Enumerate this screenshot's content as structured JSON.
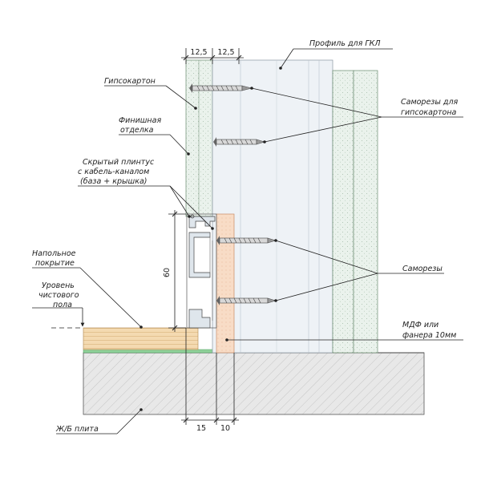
{
  "labels": {
    "profile_gkl": "Профиль для ГКЛ",
    "drywall": "Гипсокартон",
    "finish_1": "Финишная",
    "finish_2": "отделка",
    "hidden_1": "Скрытый плинтус",
    "hidden_2": "с кабель-каналом",
    "hidden_3": "(база + крышка)",
    "floor_cover_1": "Напольное",
    "floor_cover_2": "покрытие",
    "level_1": "Уровень",
    "level_2": "чистового",
    "level_3": "пола",
    "screws_drywall_1": "Саморезы для",
    "screws_drywall_2": "гипсокартона",
    "screws": "Саморезы",
    "mdf_1": "МДФ или",
    "mdf_2": "фанера 10мм",
    "slab": "Ж/Б плита"
  },
  "dimensions": {
    "top_left": "12,5",
    "top_right": "12,5",
    "height": "60",
    "bottom_left": "15",
    "bottom_right": "10"
  },
  "colors": {
    "drywall_fill": "#e9f1ea",
    "profile_fill": "#eef2f6",
    "mdf_fill": "#f7dcc6",
    "floor_wood": "#f3d9b0",
    "underlay": "#8fd19a",
    "slab_fill": "#e6e6e6",
    "aluminium": "#dfe6ec"
  }
}
